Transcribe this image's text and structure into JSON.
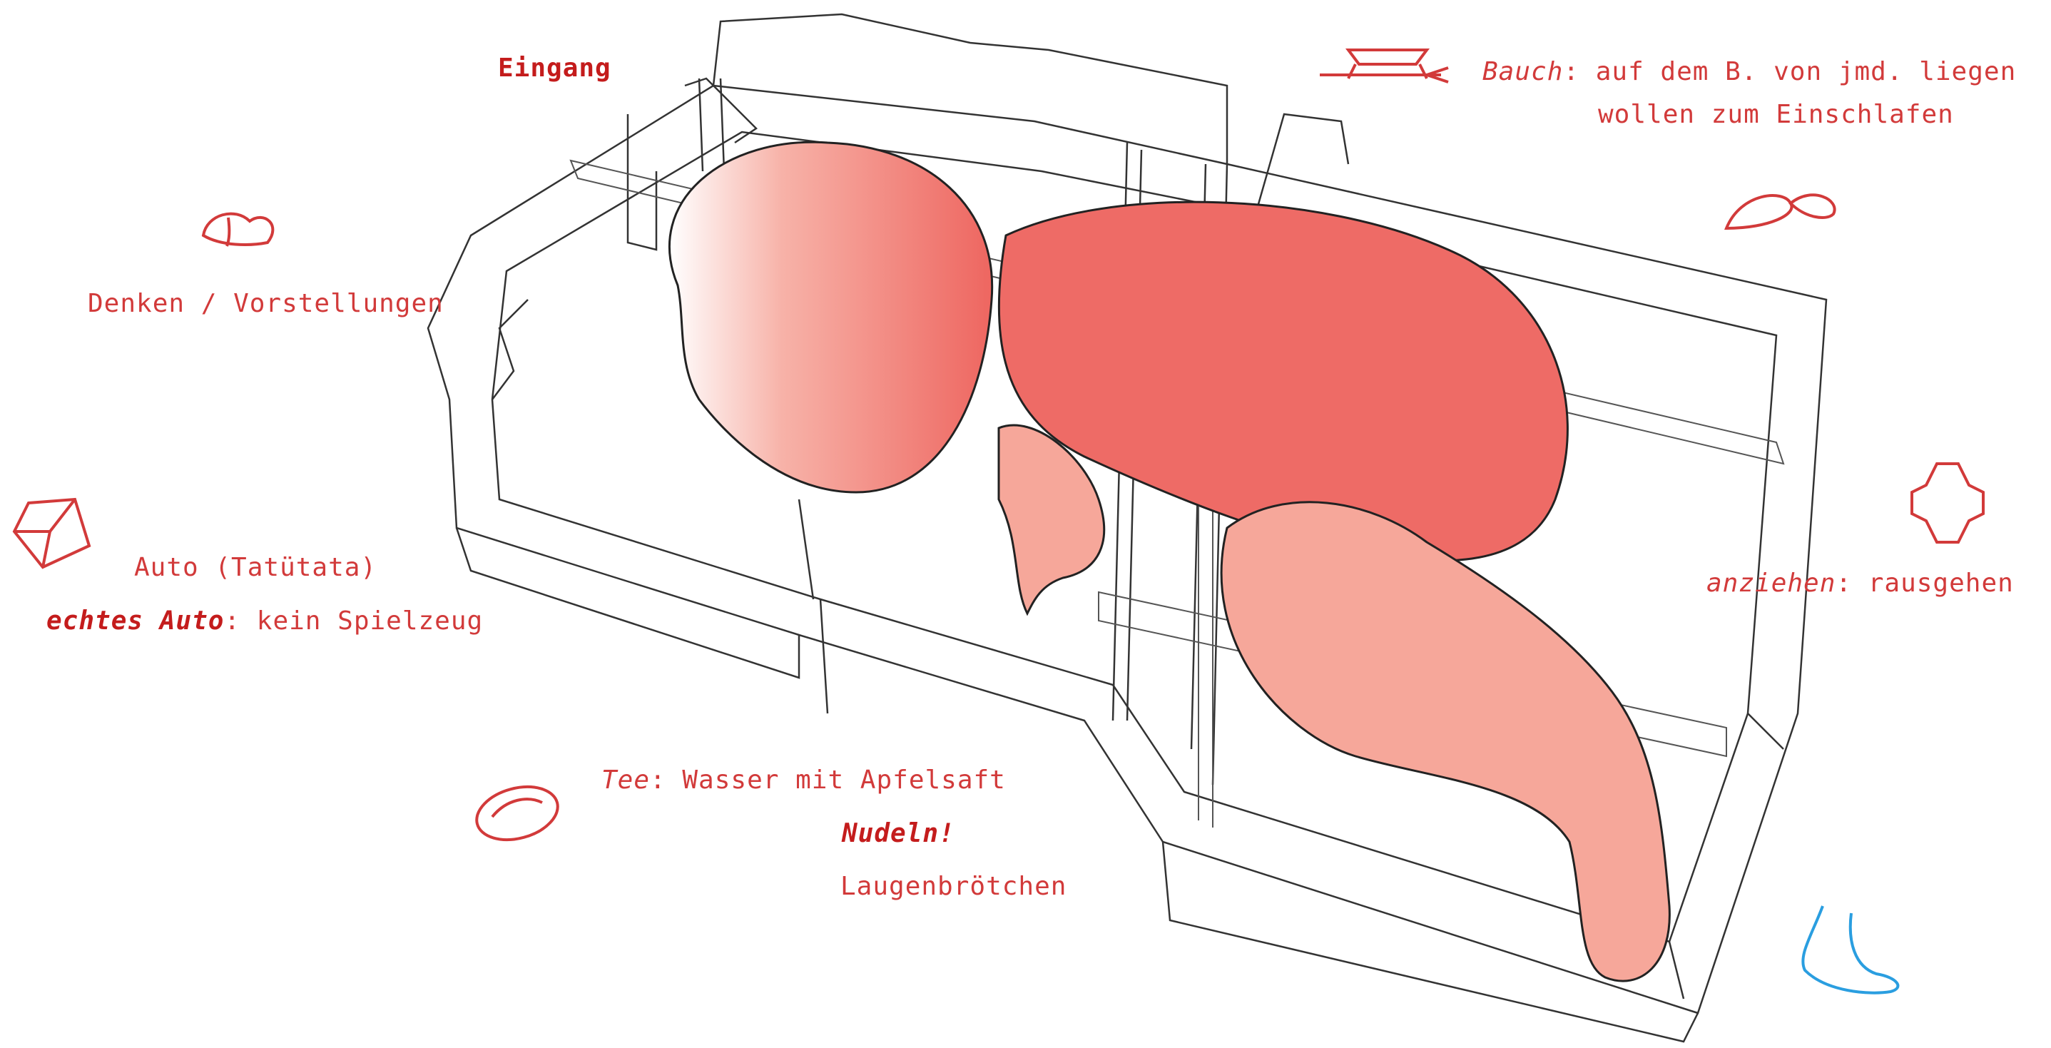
{
  "labels": {
    "eingang": "Eingang",
    "denken": "Denken / Vorstellungen",
    "auto": "Auto (Tatütata)",
    "echtes_auto_key": "echtes Auto",
    "echtes_auto_rest": ": kein Spielzeug",
    "bauch_key": "Bauch",
    "bauch_rest": ": auf dem B. von jmd. liegen",
    "bauch_line2": "wollen zum Einschlafen",
    "anziehen_key": "anziehen",
    "anziehen_rest": ": rausgehen",
    "tee_key": "Tee",
    "tee_rest": ": Wasser mit Apfelsaft",
    "nudeln": "Nudeln!",
    "laugen": "Laugenbrötchen"
  },
  "icons": [
    "croissant-icon",
    "car-cube-icon",
    "bread-roll-icon",
    "belly-icon",
    "candy-icon",
    "shirt-icon",
    "foot-icon"
  ],
  "colors": {
    "accent": "#d23a3a",
    "accent_dark": "#c41c1c",
    "body_fill": "#ef6b66",
    "body_light": "#f6a79a",
    "foot_blue": "#2a9ee0"
  }
}
